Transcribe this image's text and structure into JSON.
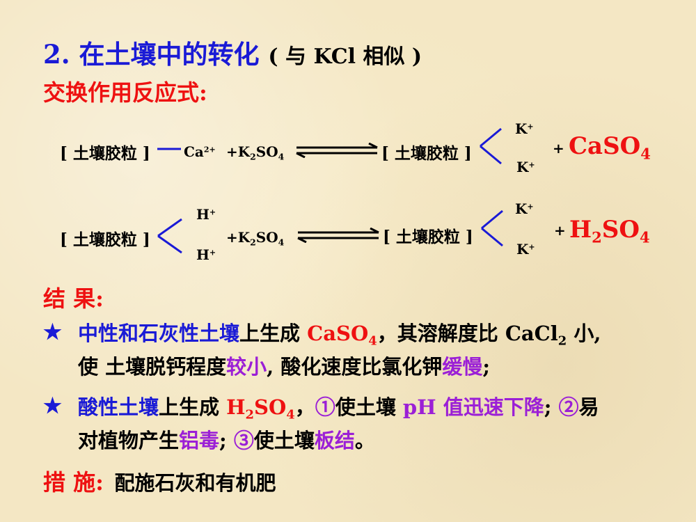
{
  "title": {
    "number": "2.",
    "text": "在土壤中的转化",
    "paren": "( 与 KCl 相似 )"
  },
  "subtitle": "交换作用反应式:",
  "reaction1": {
    "left_colloid": "[ 土壤胶粒 ]",
    "left_ion": "Ca",
    "left_ion_charge": "2+",
    "reagent_prefix": "+K",
    "reagent_sub": "2",
    "reagent_mid": "SO",
    "reagent_sub2": "4",
    "right_colloid": "[ 土壤胶粒 ]",
    "right_ion_top": "K",
    "right_ion_bottom": "K",
    "ion_charge": "+",
    "plus": "+",
    "product": "CaSO",
    "product_sub": "4"
  },
  "reaction2": {
    "left_colloid": "[ 土壤胶粒 ]",
    "left_ion_top": "H",
    "left_ion_bottom": "H",
    "ion_charge": "+",
    "reagent_prefix": "+K",
    "reagent_sub": "2",
    "reagent_mid": "SO",
    "reagent_sub2": "4",
    "right_colloid": "[ 土壤胶粒 ]",
    "right_ion_top": "K",
    "right_ion_bottom": "K",
    "plus": "+",
    "product_prefix": "H",
    "product_sub1": "2",
    "product_mid": "SO",
    "product_sub2": "4"
  },
  "result": {
    "heading": "结  果:",
    "star": "★",
    "b1": {
      "p1": "中性和石灰性土壤",
      "p2": "上生成 ",
      "p3": "CaSO",
      "p3_sub": "4",
      "p4": "，其溶解度比 CaCl",
      "p4_sub": "2",
      "p5": " 小,",
      "l2_p1": "使 土壤脱钙程度",
      "l2_p2": "较小",
      "l2_p3": ", 酸化速度比氯化钾",
      "l2_p4": "缓慢",
      "l2_p5": ";"
    },
    "b2": {
      "p1": "酸性土壤",
      "p2": "上生成 ",
      "p3": "H",
      "p3_sub": "2",
      "p3b": "SO",
      "p3_sub2": "4",
      "p4": "，",
      "p5": "①",
      "p6": "使土壤 ",
      "p7": "pH 值迅速下降",
      "p8": "; ",
      "p9": "②",
      "p10": "易",
      "l2_p1": "对植物产生",
      "l2_p2": "铝毒",
      "l2_p3": "; ",
      "l2_p4": "③",
      "l2_p5": "使土壤",
      "l2_p6": "板结",
      "l2_p7": "。"
    }
  },
  "measures": {
    "heading": "措  施:",
    "text": "配施石灰和有机肥"
  }
}
